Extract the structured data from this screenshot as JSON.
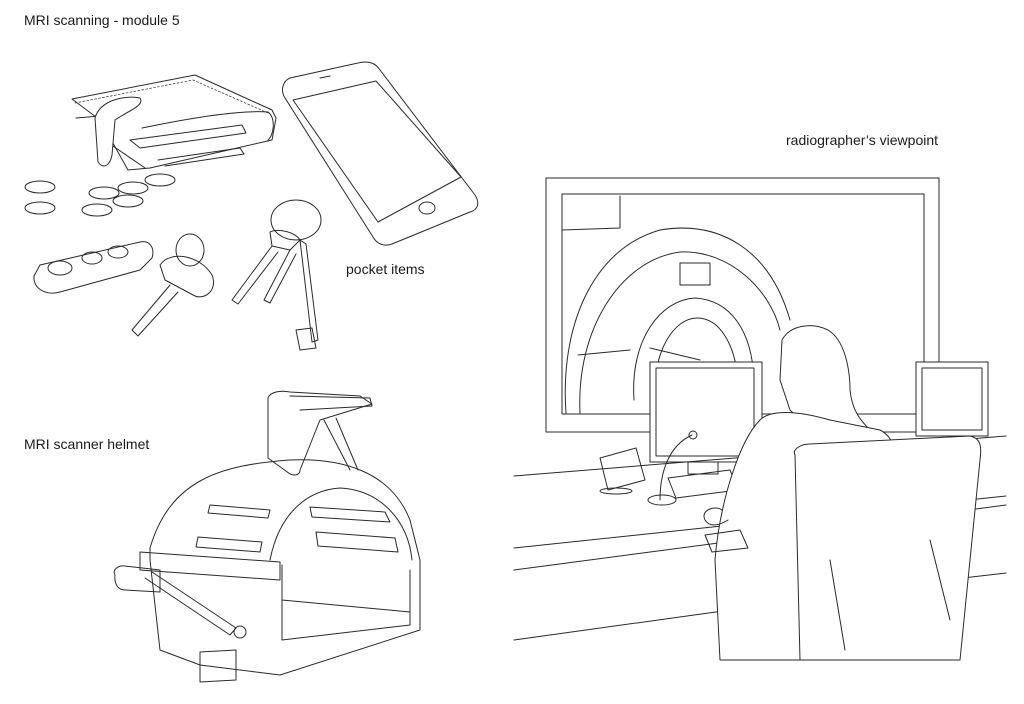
{
  "title": "MRI scanning - module 5",
  "sections": {
    "pocket_items": {
      "label": "pocket items"
    },
    "radiographer": {
      "label": "radiographer’s viewpoint"
    },
    "helmet": {
      "label": "MRI scanner helmet"
    }
  },
  "illustrations": {
    "pocket_items": [
      "wallet",
      "coins",
      "smartphone",
      "car key fob",
      "key ring"
    ],
    "helmet": [
      "MRI head coil helmet",
      "mirror attachment"
    ],
    "radiographer": [
      "MRI scanner behind window",
      "radiographer",
      "monitors",
      "microphone",
      "chair",
      "desk"
    ]
  }
}
